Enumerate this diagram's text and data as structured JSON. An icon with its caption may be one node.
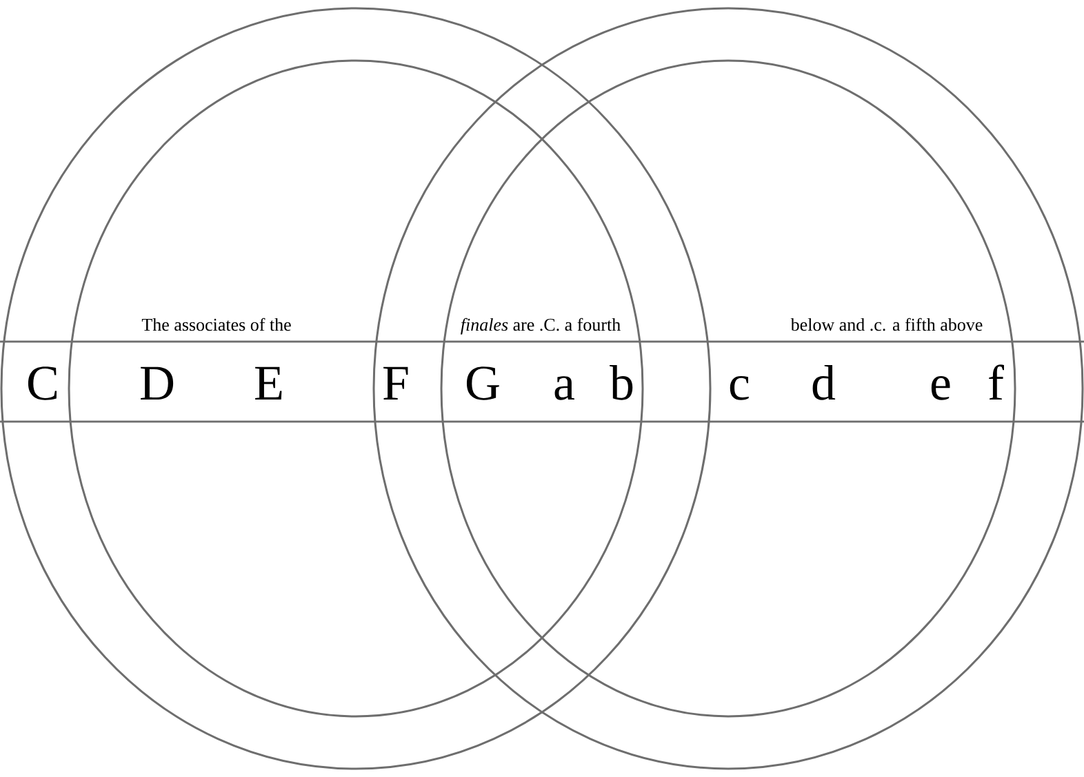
{
  "diagram": {
    "labels": [
      "The associates of the",
      "*finales* are .C. a fourth",
      "below and .c. a fifth above",
      "C",
      "D",
      "E",
      "F",
      "G",
      "a",
      "b",
      "c",
      "d",
      "e",
      "f"
    ]
  }
}
